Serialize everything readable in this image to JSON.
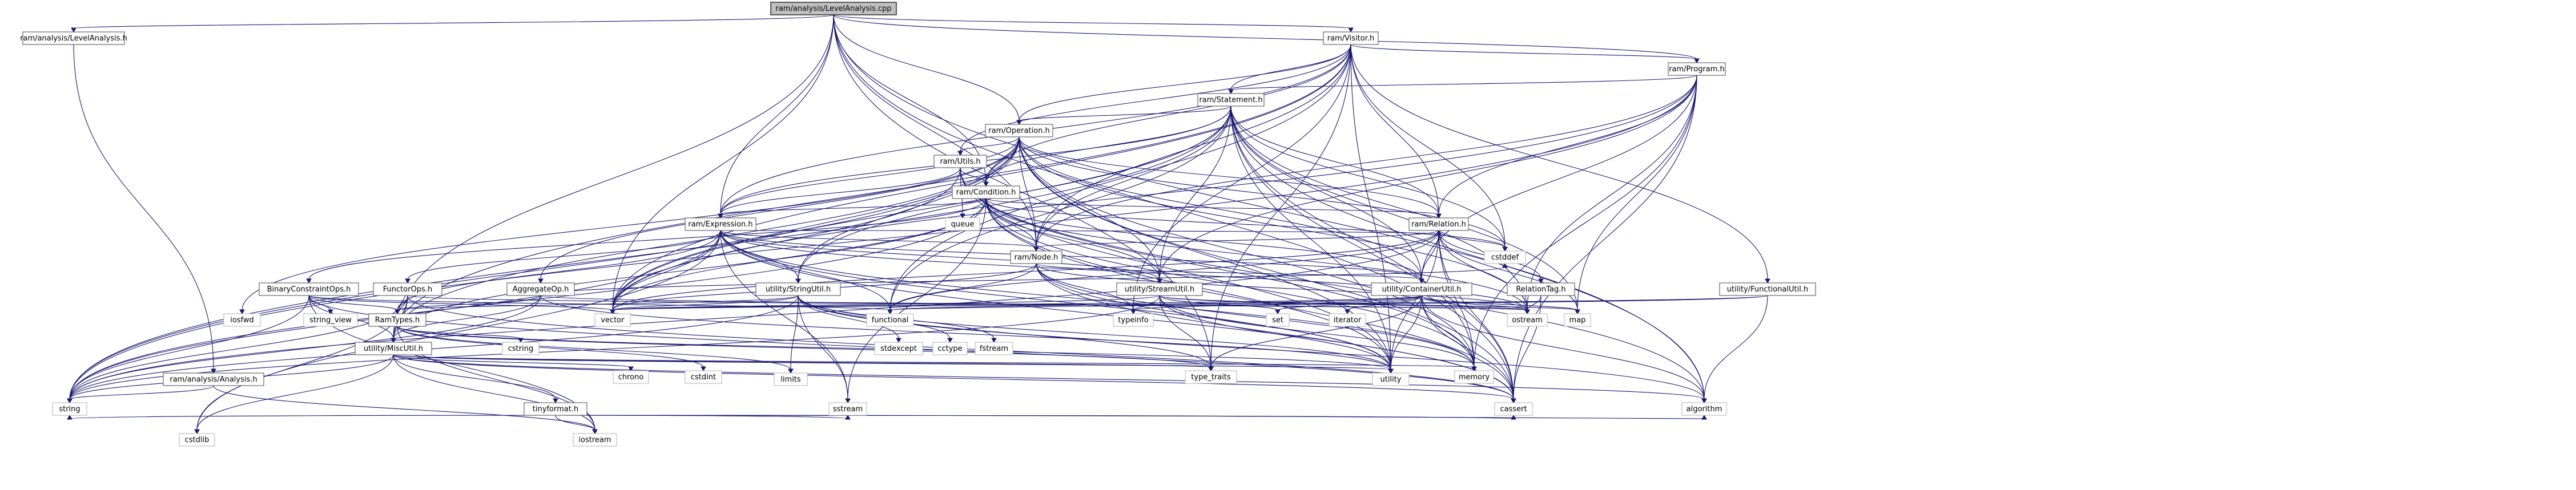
{
  "graph": {
    "nodes": [
      {
        "id": "root",
        "label": "ram/analysis/LevelAnalysis.cpp",
        "kind": "root"
      },
      {
        "id": "lah",
        "label": "ram/analysis/LevelAnalysis.h",
        "kind": "file"
      },
      {
        "id": "visitor",
        "label": "ram/Visitor.h",
        "kind": "file"
      },
      {
        "id": "program",
        "label": "ram/Program.h",
        "kind": "file"
      },
      {
        "id": "statement",
        "label": "ram/Statement.h",
        "kind": "file"
      },
      {
        "id": "operation",
        "label": "ram/Operation.h",
        "kind": "file"
      },
      {
        "id": "utils",
        "label": "ram/Utils.h",
        "kind": "file"
      },
      {
        "id": "condition",
        "label": "ram/Condition.h",
        "kind": "file"
      },
      {
        "id": "expression",
        "label": "ram/Expression.h",
        "kind": "file"
      },
      {
        "id": "relation",
        "label": "ram/Relation.h",
        "kind": "file"
      },
      {
        "id": "node",
        "label": "ram/Node.h",
        "kind": "file"
      },
      {
        "id": "strutil",
        "label": "utility/StringUtil.h",
        "kind": "file"
      },
      {
        "id": "streamutil",
        "label": "utility/StreamUtil.h",
        "kind": "file"
      },
      {
        "id": "containerutil",
        "label": "utility/ContainerUtil.h",
        "kind": "file"
      },
      {
        "id": "functionalutil",
        "label": "utility/FunctionalUtil.h",
        "kind": "file"
      },
      {
        "id": "binconst",
        "label": "BinaryConstraintOps.h",
        "kind": "file"
      },
      {
        "id": "functorops",
        "label": "FunctorOps.h",
        "kind": "file"
      },
      {
        "id": "aggop",
        "label": "AggregateOp.h",
        "kind": "file"
      },
      {
        "id": "reltag",
        "label": "RelationTag.h",
        "kind": "file"
      },
      {
        "id": "ramtypes",
        "label": "RamTypes.h",
        "kind": "file"
      },
      {
        "id": "miscutil",
        "label": "utility/MiscUtil.h",
        "kind": "file"
      },
      {
        "id": "analysis",
        "label": "ram/analysis/Analysis.h",
        "kind": "file"
      },
      {
        "id": "tinyformat",
        "label": "tinyformat.h",
        "kind": "file"
      },
      {
        "id": "queue",
        "label": "queue",
        "kind": "leaf"
      },
      {
        "id": "cstddef",
        "label": "cstddef",
        "kind": "leaf"
      },
      {
        "id": "map",
        "label": "map",
        "kind": "leaf"
      },
      {
        "id": "ostream",
        "label": "ostream",
        "kind": "leaf"
      },
      {
        "id": "memory",
        "label": "memory",
        "kind": "leaf"
      },
      {
        "id": "vector",
        "label": "vector",
        "kind": "leaf"
      },
      {
        "id": "functional",
        "label": "functional",
        "kind": "leaf"
      },
      {
        "id": "typeinfo",
        "label": "typeinfo",
        "kind": "leaf"
      },
      {
        "id": "set",
        "label": "set",
        "kind": "leaf"
      },
      {
        "id": "iterator",
        "label": "iterator",
        "kind": "leaf"
      },
      {
        "id": "typetraits",
        "label": "type_traits",
        "kind": "leaf"
      },
      {
        "id": "utility",
        "label": "utility",
        "kind": "leaf"
      },
      {
        "id": "cassert",
        "label": "cassert",
        "kind": "leaf"
      },
      {
        "id": "algorithm",
        "label": "algorithm",
        "kind": "leaf"
      },
      {
        "id": "string",
        "label": "string",
        "kind": "leaf"
      },
      {
        "id": "iostream",
        "label": "iostream",
        "kind": "leaf"
      },
      {
        "id": "sstream",
        "label": "sstream",
        "kind": "leaf"
      },
      {
        "id": "cstdlib",
        "label": "cstdlib",
        "kind": "leaf"
      },
      {
        "id": "cstdint",
        "label": "cstdint",
        "kind": "leaf"
      },
      {
        "id": "limits",
        "label": "limits",
        "kind": "leaf"
      },
      {
        "id": "chrono",
        "label": "chrono",
        "kind": "leaf"
      },
      {
        "id": "cstring",
        "label": "cstring",
        "kind": "leaf"
      },
      {
        "id": "stringview",
        "label": "string_view",
        "kind": "leaf"
      },
      {
        "id": "iosfwd",
        "label": "iosfwd",
        "kind": "leaf"
      },
      {
        "id": "stdexcept",
        "label": "stdexcept",
        "kind": "leaf"
      },
      {
        "id": "cctype",
        "label": "cctype",
        "kind": "leaf"
      },
      {
        "id": "fstream",
        "label": "fstream",
        "kind": "leaf"
      }
    ],
    "edges": [
      [
        "root",
        "lah"
      ],
      [
        "root",
        "visitor"
      ],
      [
        "root",
        "operation"
      ],
      [
        "root",
        "condition"
      ],
      [
        "root",
        "expression"
      ],
      [
        "root",
        "node"
      ],
      [
        "root",
        "program"
      ],
      [
        "root",
        "miscutil"
      ],
      [
        "root",
        "vector"
      ],
      [
        "root",
        "cassert"
      ],
      [
        "root",
        "algorithm"
      ],
      [
        "root",
        "typetraits"
      ],
      [
        "lah",
        "analysis"
      ],
      [
        "visitor",
        "program"
      ],
      [
        "visitor",
        "statement"
      ],
      [
        "visitor",
        "operation"
      ],
      [
        "visitor",
        "condition"
      ],
      [
        "visitor",
        "expression"
      ],
      [
        "visitor",
        "relation"
      ],
      [
        "visitor",
        "node"
      ],
      [
        "visitor",
        "utils"
      ],
      [
        "visitor",
        "functionalutil"
      ],
      [
        "visitor",
        "miscutil"
      ],
      [
        "visitor",
        "cstddef"
      ],
      [
        "visitor",
        "vector"
      ],
      [
        "visitor",
        "functional"
      ],
      [
        "visitor",
        "typeinfo"
      ],
      [
        "visitor",
        "utility"
      ],
      [
        "visitor",
        "typetraits"
      ],
      [
        "program",
        "statement"
      ],
      [
        "program",
        "relation"
      ],
      [
        "program",
        "node"
      ],
      [
        "program",
        "containerutil"
      ],
      [
        "program",
        "streamutil"
      ],
      [
        "program",
        "map"
      ],
      [
        "program",
        "memory"
      ],
      [
        "program",
        "vector"
      ],
      [
        "program",
        "string"
      ],
      [
        "program",
        "cassert"
      ],
      [
        "program",
        "ostream"
      ],
      [
        "statement",
        "operation"
      ],
      [
        "statement",
        "condition"
      ],
      [
        "statement",
        "expression"
      ],
      [
        "statement",
        "relation"
      ],
      [
        "statement",
        "node"
      ],
      [
        "statement",
        "containerutil"
      ],
      [
        "statement",
        "streamutil"
      ],
      [
        "statement",
        "strutil"
      ],
      [
        "statement",
        "cstddef"
      ],
      [
        "statement",
        "memory"
      ],
      [
        "statement",
        "map"
      ],
      [
        "statement",
        "cassert"
      ],
      [
        "statement",
        "string"
      ],
      [
        "statement",
        "vector"
      ],
      [
        "statement",
        "ostream"
      ],
      [
        "statement",
        "algorithm"
      ],
      [
        "statement",
        "utility"
      ],
      [
        "statement",
        "functional"
      ],
      [
        "operation",
        "utils"
      ],
      [
        "operation",
        "condition"
      ],
      [
        "operation",
        "expression"
      ],
      [
        "operation",
        "relation"
      ],
      [
        "operation",
        "node"
      ],
      [
        "operation",
        "aggop"
      ],
      [
        "operation",
        "containerutil"
      ],
      [
        "operation",
        "streamutil"
      ],
      [
        "operation",
        "strutil"
      ],
      [
        "operation",
        "miscutil"
      ],
      [
        "operation",
        "cstddef"
      ],
      [
        "operation",
        "memory"
      ],
      [
        "operation",
        "cassert"
      ],
      [
        "operation",
        "string"
      ],
      [
        "operation",
        "vector"
      ],
      [
        "operation",
        "ostream"
      ],
      [
        "operation",
        "iosfwd"
      ],
      [
        "operation",
        "utility"
      ],
      [
        "utils",
        "condition"
      ],
      [
        "utils",
        "expression"
      ],
      [
        "utils",
        "queue"
      ],
      [
        "utils",
        "utility"
      ],
      [
        "utils",
        "algorithm"
      ],
      [
        "utils",
        "memory"
      ],
      [
        "utils",
        "vector"
      ],
      [
        "condition",
        "expression"
      ],
      [
        "condition",
        "relation"
      ],
      [
        "condition",
        "node"
      ],
      [
        "condition",
        "binconst"
      ],
      [
        "condition",
        "containerutil"
      ],
      [
        "condition",
        "streamutil"
      ],
      [
        "condition",
        "miscutil"
      ],
      [
        "condition",
        "cstddef"
      ],
      [
        "condition",
        "memory"
      ],
      [
        "condition",
        "string"
      ],
      [
        "condition",
        "sstream"
      ],
      [
        "condition",
        "cassert"
      ],
      [
        "condition",
        "ostream"
      ],
      [
        "condition",
        "vector"
      ],
      [
        "condition",
        "utility"
      ],
      [
        "expression",
        "node"
      ],
      [
        "expression",
        "relation"
      ],
      [
        "expression",
        "functorops"
      ],
      [
        "expression",
        "ramtypes"
      ],
      [
        "expression",
        "containerutil"
      ],
      [
        "expression",
        "streamutil"
      ],
      [
        "expression",
        "strutil"
      ],
      [
        "expression",
        "cstdlib"
      ],
      [
        "expression",
        "memory"
      ],
      [
        "expression",
        "string"
      ],
      [
        "expression",
        "sstream"
      ],
      [
        "expression",
        "cassert"
      ],
      [
        "expression",
        "ostream"
      ],
      [
        "expression",
        "vector"
      ],
      [
        "expression",
        "utility"
      ],
      [
        "expression",
        "functional"
      ],
      [
        "relation",
        "node"
      ],
      [
        "relation",
        "reltag"
      ],
      [
        "relation",
        "containerutil"
      ],
      [
        "relation",
        "cstddef"
      ],
      [
        "relation",
        "memory"
      ],
      [
        "relation",
        "cassert"
      ],
      [
        "relation",
        "map"
      ],
      [
        "relation",
        "string"
      ],
      [
        "relation",
        "ostream"
      ],
      [
        "relation",
        "vector"
      ],
      [
        "relation",
        "utility"
      ],
      [
        "relation",
        "functional"
      ],
      [
        "node",
        "containerutil"
      ],
      [
        "node",
        "typeinfo"
      ],
      [
        "node",
        "functional"
      ],
      [
        "node",
        "memory"
      ],
      [
        "node",
        "vector"
      ],
      [
        "node",
        "utility"
      ],
      [
        "node",
        "ostream"
      ],
      [
        "node",
        "cassert"
      ],
      [
        "strutil",
        "ramtypes"
      ],
      [
        "strutil",
        "limits"
      ],
      [
        "strutil",
        "sstream"
      ],
      [
        "strutil",
        "stdexcept"
      ],
      [
        "strutil",
        "cctype"
      ],
      [
        "strutil",
        "fstream"
      ],
      [
        "strutil",
        "string"
      ],
      [
        "strutil",
        "vector"
      ],
      [
        "strutil",
        "algorithm"
      ],
      [
        "strutil",
        "typetraits"
      ],
      [
        "strutil",
        "utility"
      ],
      [
        "streamutil",
        "ostream"
      ],
      [
        "streamutil",
        "set"
      ],
      [
        "streamutil",
        "map"
      ],
      [
        "streamutil",
        "memory"
      ],
      [
        "streamutil",
        "string"
      ],
      [
        "streamutil",
        "utility"
      ],
      [
        "streamutil",
        "vector"
      ],
      [
        "streamutil",
        "typetraits"
      ],
      [
        "containerutil",
        "map"
      ],
      [
        "containerutil",
        "set"
      ],
      [
        "containerutil",
        "iterator"
      ],
      [
        "containerutil",
        "typetraits"
      ],
      [
        "containerutil",
        "utility"
      ],
      [
        "containerutil",
        "functional"
      ],
      [
        "containerutil",
        "memory"
      ],
      [
        "containerutil",
        "vector"
      ],
      [
        "containerutil",
        "algorithm"
      ],
      [
        "containerutil",
        "cassert"
      ],
      [
        "containerutil",
        "ostream"
      ],
      [
        "containerutil",
        "typeinfo"
      ],
      [
        "functionalutil",
        "algorithm"
      ],
      [
        "functionalutil",
        "vector"
      ],
      [
        "functionalutil",
        "functional"
      ],
      [
        "binconst",
        "ramtypes"
      ],
      [
        "binconst",
        "miscutil"
      ],
      [
        "binconst",
        "functional"
      ],
      [
        "binconst",
        "cassert"
      ],
      [
        "binconst",
        "iostream"
      ],
      [
        "binconst",
        "string"
      ],
      [
        "binconst",
        "vector"
      ],
      [
        "binconst",
        "stringview"
      ],
      [
        "functorops",
        "ramtypes"
      ],
      [
        "functorops",
        "miscutil"
      ],
      [
        "functorops",
        "cassert"
      ],
      [
        "functorops",
        "cstdlib"
      ],
      [
        "functorops",
        "ostream"
      ],
      [
        "functorops",
        "string"
      ],
      [
        "aggop",
        "ramtypes"
      ],
      [
        "aggop",
        "miscutil"
      ],
      [
        "aggop",
        "ostream"
      ],
      [
        "aggop",
        "string"
      ],
      [
        "aggop",
        "utility"
      ],
      [
        "aggop",
        "cstddef"
      ],
      [
        "reltag",
        "ostream"
      ],
      [
        "reltag",
        "cassert"
      ],
      [
        "ramtypes",
        "cstring"
      ],
      [
        "ramtypes",
        "cstdint"
      ],
      [
        "ramtypes",
        "limits"
      ],
      [
        "ramtypes",
        "typetraits"
      ],
      [
        "ramtypes",
        "iostream"
      ],
      [
        "ramtypes",
        "utility"
      ],
      [
        "miscutil",
        "tinyformat"
      ],
      [
        "miscutil",
        "chrono"
      ],
      [
        "miscutil",
        "cstdlib"
      ],
      [
        "miscutil",
        "iostream"
      ],
      [
        "miscutil",
        "memory"
      ],
      [
        "miscutil",
        "string"
      ],
      [
        "miscutil",
        "utility"
      ],
      [
        "miscutil",
        "typetraits"
      ],
      [
        "miscutil",
        "cassert"
      ],
      [
        "miscutil",
        "algorithm"
      ],
      [
        "analysis",
        "string"
      ],
      [
        "analysis",
        "iostream"
      ],
      [
        "tinyformat",
        "cassert"
      ],
      [
        "tinyformat",
        "iostream"
      ],
      [
        "tinyformat",
        "sstream"
      ],
      [
        "tinyformat",
        "algorithm"
      ],
      [
        "tinyformat",
        "string"
      ]
    ]
  }
}
